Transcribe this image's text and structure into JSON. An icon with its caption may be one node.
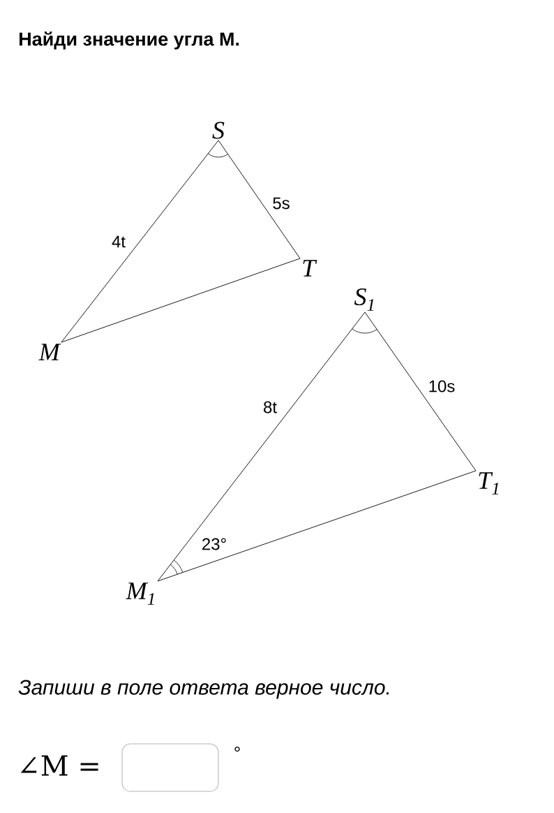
{
  "diagram": {
    "title": "Найди значение угла M.",
    "nodes": [
      {
        "text": [
          "S"
        ]
      },
      {
        "text": [
          "T"
        ]
      },
      {
        "text": [
          "M"
        ]
      },
      {
        "text": [
          "S$_{1}$"
        ]
      },
      {
        "text": [
          "T$_{1}$"
        ]
      },
      {
        "text": [
          "M$_{1}$"
        ]
      }
    ],
    "edges": [
      {
        "from": 2,
        "to": 0,
        "arrow": "none",
        "label": "4t"
      },
      {
        "from": 0,
        "to": 1,
        "arrow": "none",
        "label": "5s"
      },
      {
        "from": 2,
        "to": 1,
        "arrow": "none"
      },
      {
        "from": 5,
        "to": 3,
        "arrow": "none",
        "label": "8t"
      },
      {
        "from": 3,
        "to": 4,
        "arrow": "none",
        "label": "10s"
      },
      {
        "from": 5,
        "to": 4,
        "arrow": "none"
      }
    ],
    "labels": [
      "23°",
      "Запиши в поле ответа верное число.",
      "∠M =",
      "°"
    ]
  }
}
